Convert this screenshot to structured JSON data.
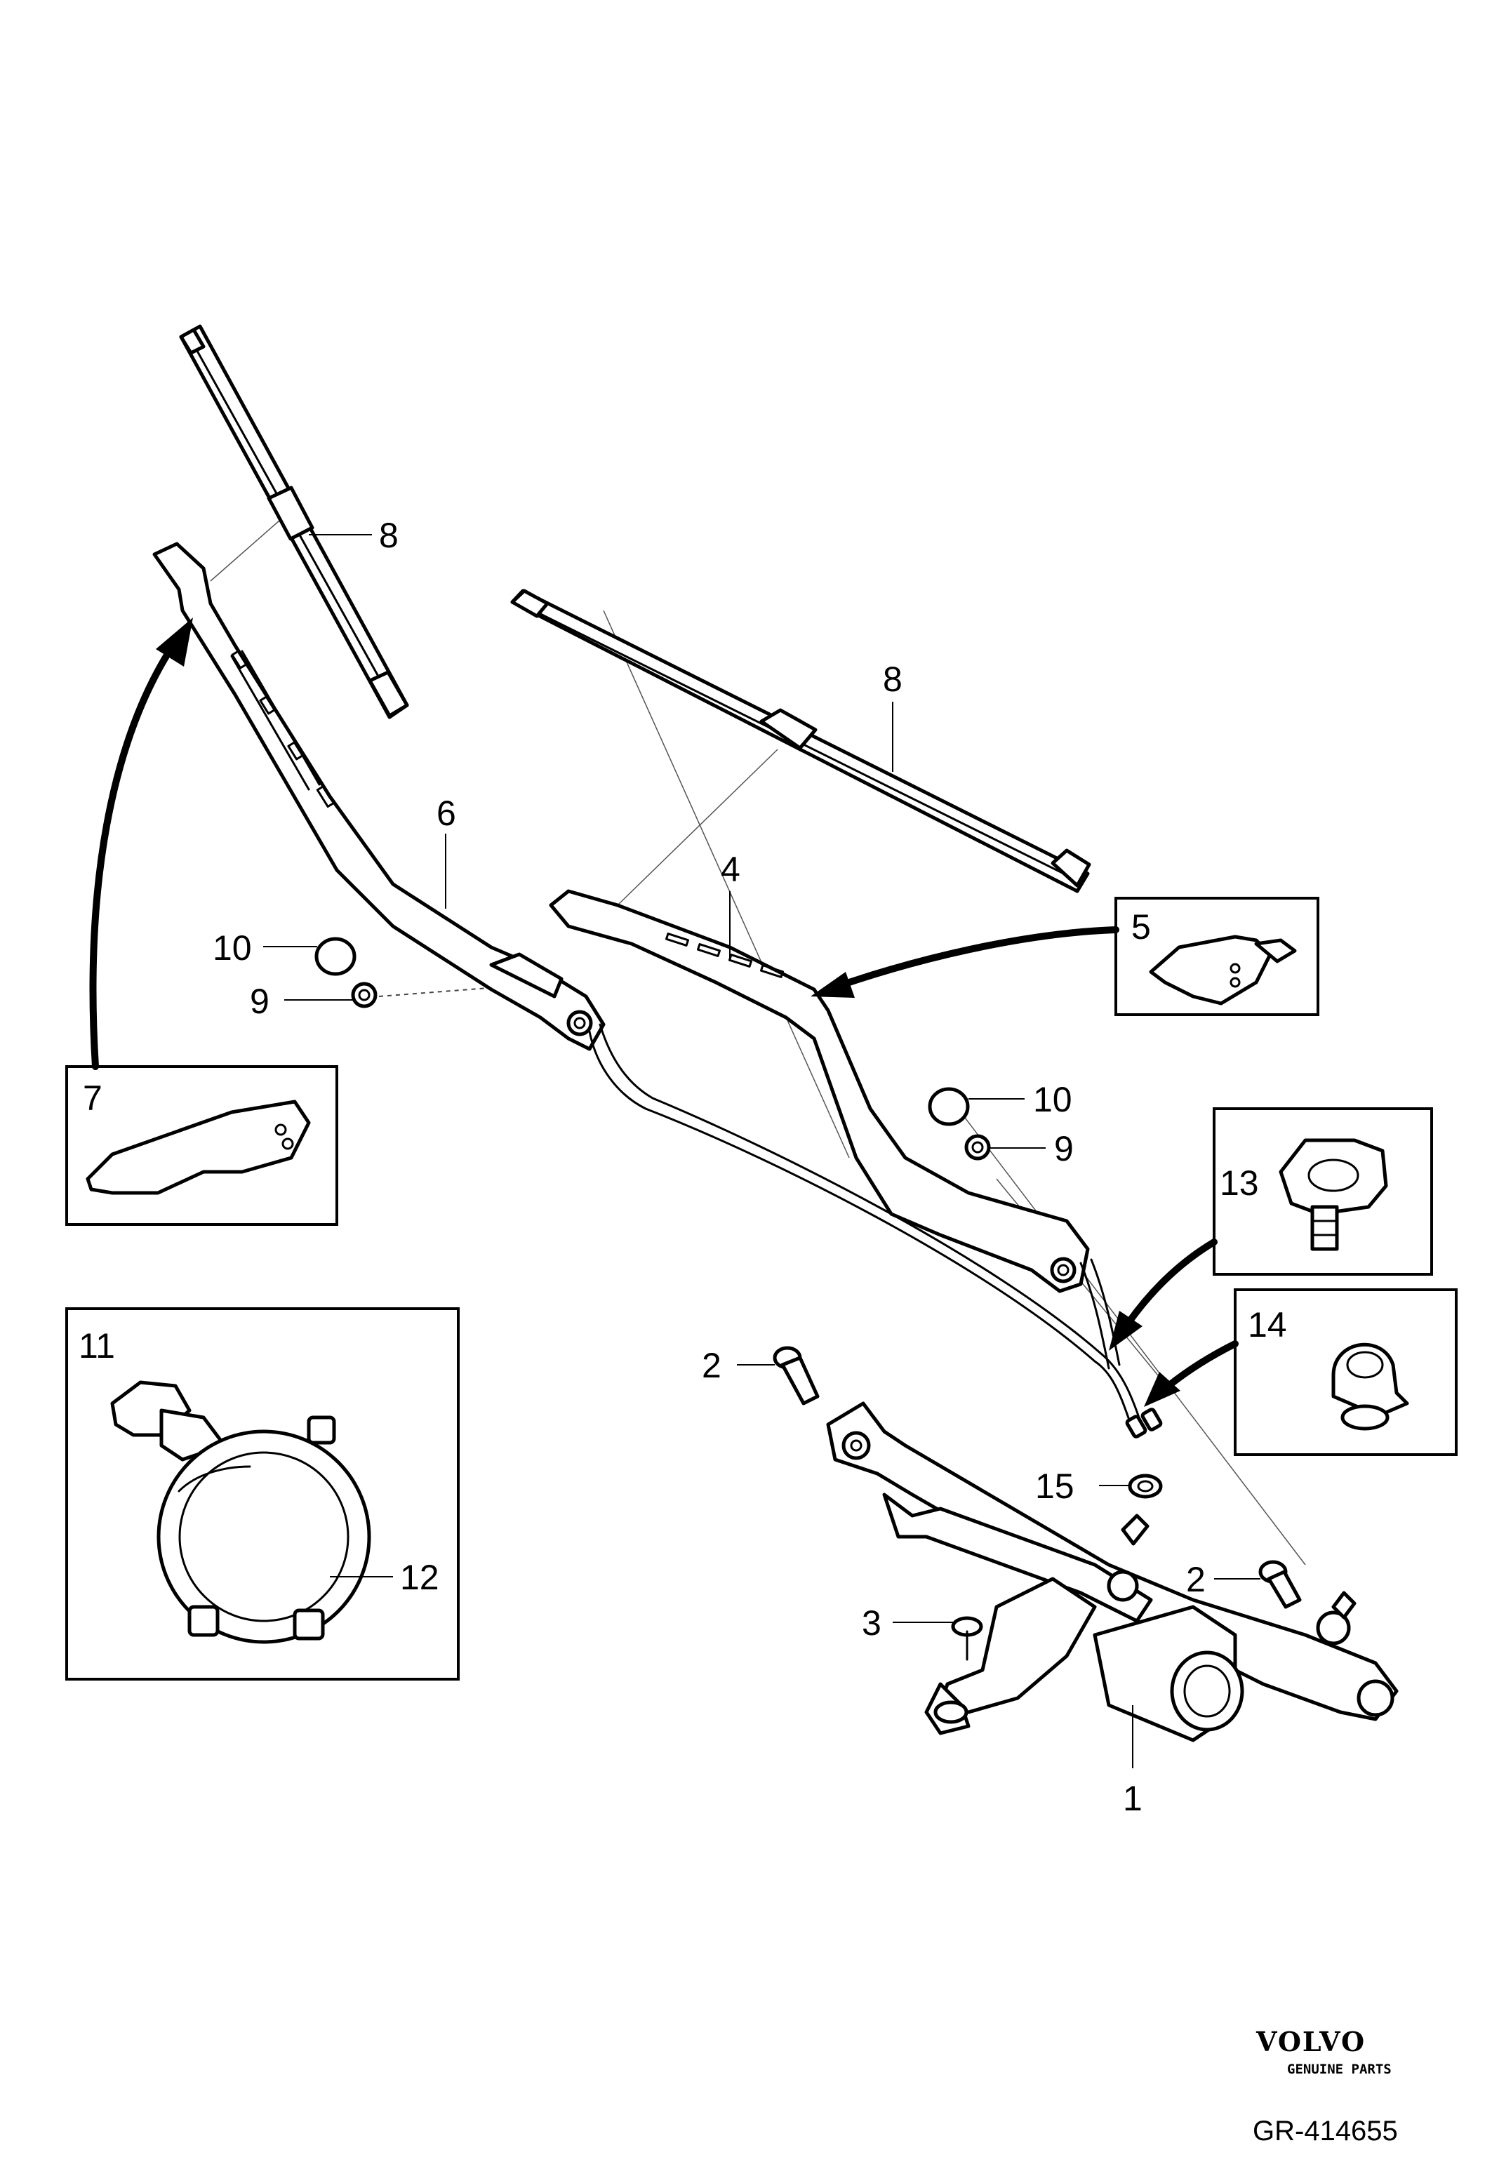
{
  "diagram": {
    "callouts": {
      "p1": "1",
      "p2a": "2",
      "p2b": "2",
      "p3": "3",
      "p4": "4",
      "p5": "5",
      "p6": "6",
      "p7": "7",
      "p8a": "8",
      "p8b": "8",
      "p9a": "9",
      "p9b": "9",
      "p10a": "10",
      "p10b": "10",
      "p11": "11",
      "p12": "12",
      "p13": "13",
      "p14": "14",
      "p15": "15"
    }
  },
  "footer": {
    "brand": "VOLVO",
    "brand_sub": "GENUINE PARTS",
    "doc_id": "GR-414655"
  },
  "colors": {
    "line": "#000000",
    "background": "#ffffff"
  }
}
